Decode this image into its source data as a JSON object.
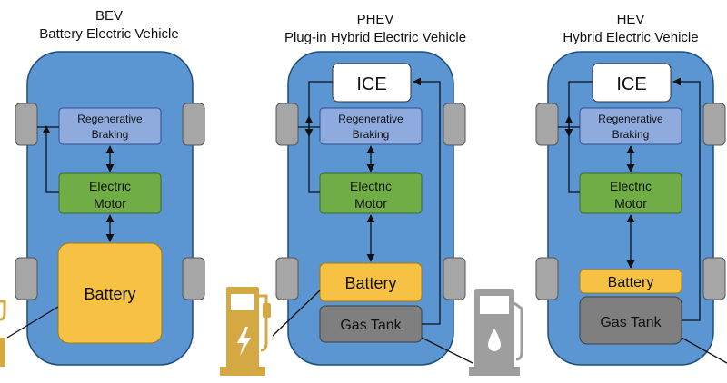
{
  "diagram": {
    "colors": {
      "car_body": "#5b96d3",
      "car_outline": "#1f4e79",
      "wheel": "#a6a6a6",
      "regen_box": "#8faadc",
      "motor_box": "#70ad47",
      "battery_box": "#f7c244",
      "gas_tank_box": "#7f7f7f",
      "ice_box": "#ffffff",
      "charger": "#d4a843",
      "fuel_pump": "#9e9e9e"
    },
    "vehicles": [
      {
        "abbr": "BEV",
        "full_name": "Battery Electric Vehicle",
        "regen_label_line1": "Regenerative",
        "regen_label_line2": "Braking",
        "motor_label_line1": "Electric",
        "motor_label_line2": "Motor",
        "battery_label": "Battery"
      },
      {
        "abbr": "PHEV",
        "full_name": "Plug-in Hybrid Electric Vehicle",
        "ice_label": "ICE",
        "regen_label_line1": "Regenerative",
        "regen_label_line2": "Braking",
        "motor_label_line1": "Electric",
        "motor_label_line2": "Motor",
        "battery_label": "Battery",
        "gas_tank_label": "Gas Tank"
      },
      {
        "abbr": "HEV",
        "full_name": "Hybrid Electric Vehicle",
        "ice_label": "ICE",
        "regen_label_line1": "Regenerative",
        "regen_label_line2": "Braking",
        "motor_label_line1": "Electric",
        "motor_label_line2": "Motor",
        "battery_label": "Battery",
        "gas_tank_label": "Gas Tank"
      }
    ]
  }
}
